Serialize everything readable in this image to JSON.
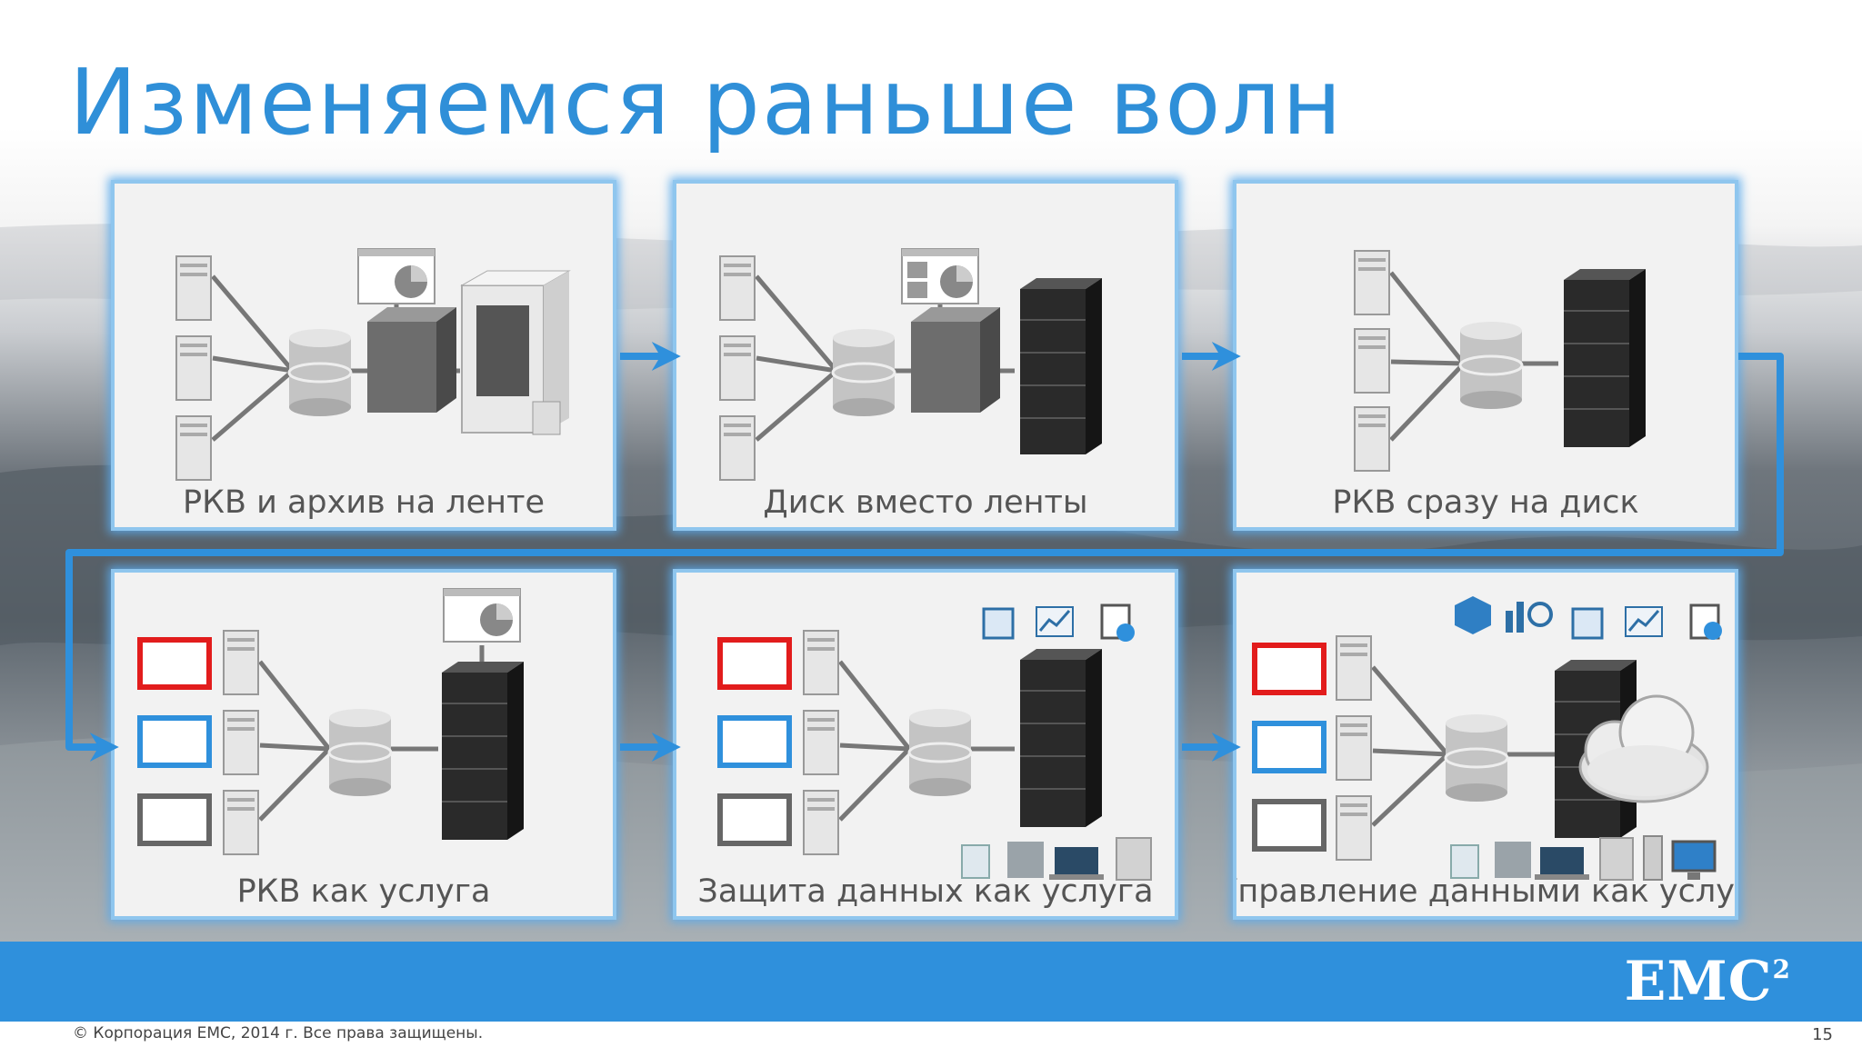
{
  "slide": {
    "title": "Изменяемся раньше волн",
    "footer": "© Корпорация EMC, 2014 г. Все права защищены.",
    "page_number": "15",
    "logo": "EMC",
    "logo_sup": "2",
    "colors": {
      "title": "#2f8fd8",
      "band": "#2f90dc",
      "arrow": "#2f90dc",
      "panel_glow": "#8fc6ee"
    }
  },
  "panels": [
    {
      "label": "РКВ и архив на ленте"
    },
    {
      "label": "Диск вместо ленты"
    },
    {
      "label": "РКВ сразу на диск"
    },
    {
      "label": "РКВ как услуга"
    },
    {
      "label": "Защита данных как услуга"
    },
    {
      "label": "Управление данными как услуга"
    }
  ],
  "icons": {
    "server": "server-icon",
    "database": "database-icon",
    "console": "management-console-icon",
    "dedupe": "deduplication-appliance-icon",
    "tape": "tape-library-icon",
    "disk": "disk-storage-array-icon",
    "window": "application-window-icon",
    "cloud": "cloud-icon"
  }
}
